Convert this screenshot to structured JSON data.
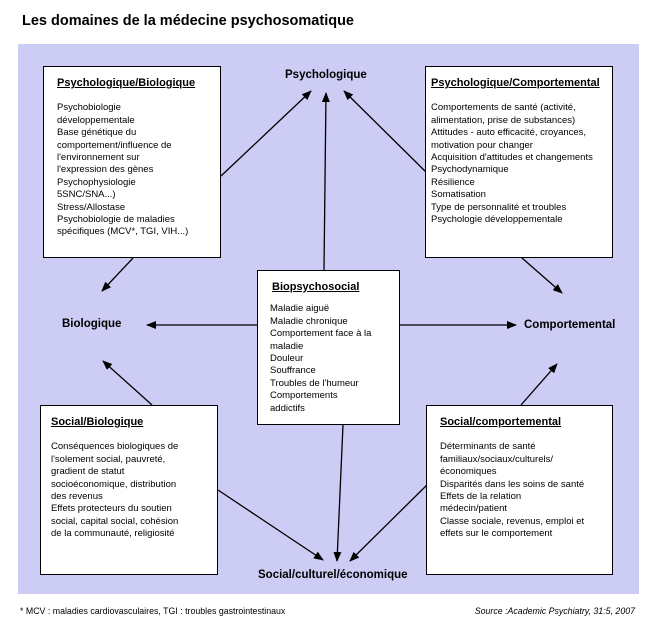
{
  "title": "Les domaines de la médecine psychosomatique",
  "nodes": {
    "top": "Psychologique",
    "left": "Biologique",
    "right": "Comportemental",
    "bottom": "Social/culturel/économique"
  },
  "boxes": {
    "psybio": {
      "title": "Psychologique/Biologique",
      "items": [
        "Psychobiologie",
        "développementale",
        "Base génétique du",
        "comportement/influence de",
        "l'environnement sur",
        "l'expression des gènes",
        "Psychophysiologie",
        "5SNC/SNA...)",
        "Stress/Allostase",
        "Psychobiologie de maladies",
        "spécifiques (MCV*, TGI, VIH...)"
      ]
    },
    "psycomp": {
      "title": "Psychologique/Comportemental",
      "items": [
        "Comportements de santé (activité,",
        "alimentation, prise de substances)",
        "Attitudes - auto efficacité, croyances,",
        "motivation pour changer",
        "Acquisition d'attitudes et changements",
        "Psychodynamique",
        "Résilience",
        "Somatisation",
        "Type de personnalité et troubles",
        "Psychologie développementale"
      ]
    },
    "center": {
      "title": "Biopsychosocial",
      "items": [
        "Maladie aiguë",
        "Maladie chronique",
        "Comportement face à la",
        "maladie",
        "Douleur",
        "Souffrance",
        "Troubles de l'humeur",
        "Comportements",
        "addictifs"
      ]
    },
    "socbio": {
      "title": "Social/Biologique",
      "items": [
        "Conséquences biologiques de",
        "l'solement social, pauvreté,",
        "gradient de statut",
        "socioéconomique, distribution",
        "des revenus",
        "Effets protecteurs du soutien",
        "social, capital social, cohésion",
        "de la communauté, religiosité"
      ]
    },
    "soccomp": {
      "title": "Social/comportemental",
      "items": [
        "Déterminants de santé",
        "familiaux/sociaux/culturels/",
        "économiques",
        "Disparités dans les soins de santé",
        "Effets de la relation",
        "médecin/patient",
        "Classe sociale, revenus, emploi et",
        "effets sur le comportement"
      ]
    }
  },
  "footnote": "* MCV : maladies cardiovasculaires, TGI : troubles gastrointestinaux",
  "source": "Source :Academic Psychiatry, 31:5, 2007",
  "colors": {
    "panel": "#ccccf4",
    "box": "#ffffff",
    "arrow": "#000000"
  }
}
